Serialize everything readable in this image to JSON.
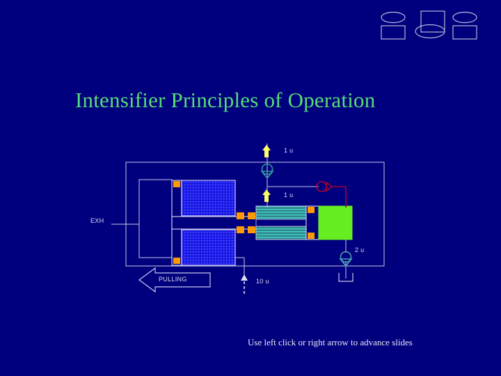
{
  "slide": {
    "title": "Intensifier Principles of Operation",
    "footer": "Use left click or right arrow to advance slides",
    "background_color": "#00007F",
    "title_color": "#55DD77",
    "footer_color": "#E8E8F4"
  },
  "logo": {
    "name": "corporate-logo",
    "stroke_color": "#B8B8D8",
    "shapes": [
      "ellipse",
      "rectangle",
      "ellipse",
      "rectangle",
      "ellipse",
      "rectangle"
    ]
  },
  "diagram": {
    "name": "hydraulic-intensifier-schematic",
    "line_color": "#C8C8E8",
    "labels": {
      "exhaust": "EXH",
      "flow_top": "1 u",
      "flow_mid": "1 u",
      "flow_out": "2 u",
      "flow_in": "10 u",
      "direction": "PULLING"
    },
    "colors": {
      "seal_orange": "#FF9900",
      "piston_blue": "#1818E8",
      "piston_dot": "#6666FF",
      "spring_teal": "#339999",
      "spring_cyan": "#33CCCC",
      "output_green": "#66EE22",
      "valve_red": "#AA0033",
      "valve_teal": "#2E8B8B",
      "arrow_yellow": "#FFFF66",
      "enclosure": "#C8C8E8"
    },
    "components": [
      {
        "name": "outer-enclosure",
        "type": "rectangle"
      },
      {
        "name": "exhaust-chamber",
        "type": "rectangle"
      },
      {
        "name": "piston-rod",
        "type": "rod"
      },
      {
        "name": "large-piston-upper",
        "type": "hatched-block"
      },
      {
        "name": "large-piston-lower",
        "type": "hatched-block"
      },
      {
        "name": "intensifier-cylinder-upper",
        "type": "striped-block"
      },
      {
        "name": "intensifier-cylinder-lower",
        "type": "striped-block"
      },
      {
        "name": "output-block",
        "type": "solid-green"
      },
      {
        "name": "check-valve-top",
        "type": "check-valve"
      },
      {
        "name": "check-valve-bottom",
        "type": "check-valve"
      },
      {
        "name": "relief-valve",
        "type": "relief-valve"
      },
      {
        "name": "reservoir",
        "type": "tank"
      },
      {
        "name": "pulling-arrow",
        "type": "arrow-left"
      },
      {
        "name": "inlet-arrow",
        "type": "dashed-arrow-up"
      },
      {
        "name": "flow-arrow-top",
        "type": "arrow-up"
      },
      {
        "name": "flow-arrow-mid",
        "type": "arrow-up"
      }
    ]
  }
}
